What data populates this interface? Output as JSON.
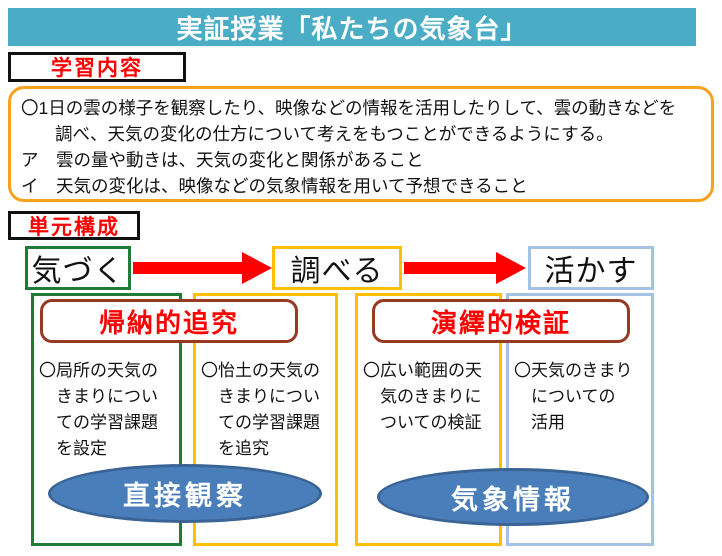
{
  "header": {
    "title": "実証授業「私たちの気象台」",
    "bar_color": "#4BACC6"
  },
  "sections": {
    "learning": {
      "label": "学習内容"
    },
    "unit": {
      "label": "単元構成"
    }
  },
  "learning_content": {
    "goal_line1": "〇1日の雲の様子を観察したり、映像などの情報を活用したりして、雲の動きなどを",
    "goal_line2": "調べ、天気の変化の仕方について考えをもつことができるようにする。",
    "item_a": "ア　雲の量や動きは、天気の変化と関係があること",
    "item_i": "イ　天気の変化は、映像などの気象情報を用いて予想できること"
  },
  "flow": {
    "steps": [
      {
        "label": "気づく",
        "border_color": "#1F7B35"
      },
      {
        "label": "調べる",
        "border_color": "#FFC000"
      },
      {
        "label": "活かす",
        "border_color": "#A4C2E4"
      }
    ],
    "arrow_color": "#FF0000"
  },
  "approaches": [
    {
      "label": "帰納的追究",
      "border_color": "#963A22",
      "text_color": "#FF0000"
    },
    {
      "label": "演繹的検証",
      "border_color": "#963A22",
      "text_color": "#FF0000"
    }
  ],
  "columns": [
    {
      "border_color": "#1F7B35",
      "lines": [
        "〇局所の天気の",
        "きまりについ",
        "ての学習課題",
        "を設定"
      ]
    },
    {
      "border_color": "#FFC000",
      "lines": [
        "〇怡土の天気の",
        "きまりについ",
        "ての学習課題",
        "を追究"
      ]
    },
    {
      "border_color": "#FFC000",
      "lines": [
        "〇広い範囲の天",
        "気のきまりに",
        "ついての検証"
      ]
    },
    {
      "border_color": "#A4C2E4",
      "lines": [
        "〇天気のきまり",
        "についての",
        "活用"
      ]
    }
  ],
  "ellipses": [
    {
      "label": "直接観察",
      "fill": "#4A7EBB"
    },
    {
      "label": "気象情報",
      "fill": "#4A7EBB"
    }
  ]
}
